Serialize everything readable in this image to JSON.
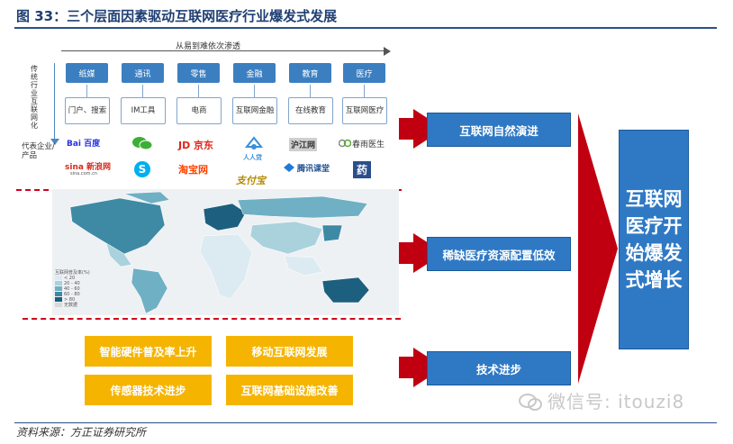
{
  "title": "图 33：三个层面因素驱动互联网医疗行业爆发式发展",
  "source": "资料来源：方正证券研究所",
  "watermark": "微信号: itouzi8",
  "top_section": {
    "direction_label": "从易到难依次渗透",
    "vertical_label": "传统行业互联网化",
    "representatives_label": "代表企业/产品",
    "industries": [
      {
        "name": "纸媒",
        "sub": "门户、搜索"
      },
      {
        "name": "通讯",
        "sub": "IM工具"
      },
      {
        "name": "零售",
        "sub": "电商"
      },
      {
        "name": "金融",
        "sub": "互联网金融"
      },
      {
        "name": "教育",
        "sub": "在线教育"
      },
      {
        "name": "医疗",
        "sub": "互联网医疗"
      }
    ],
    "logos": {
      "baidu": "Bai 百度",
      "sina": "sina 新浪网",
      "sina_url": "sina.com.cn",
      "jd": "JD 京东",
      "taobao": "淘宝网",
      "renrendai": "人人贷",
      "alipay": "支付宝",
      "hujiang": "沪江网",
      "tencent_classroom": "腾讯课堂",
      "chunyu": "春雨医生",
      "yao": "药"
    }
  },
  "map_legend": {
    "title": "互联网普及率(%)",
    "items": [
      "< 20",
      "20 - 40",
      "40 - 60",
      "60 - 80",
      "> 80",
      "无数据"
    ],
    "colors": [
      "#dcebf1",
      "#a9d2dd",
      "#6fb0c4",
      "#3e8aa5",
      "#1d5f7e",
      "#d7d9db"
    ]
  },
  "flow": {
    "mid_boxes": [
      "互联网自然演进",
      "稀缺医疗资源配置低效",
      "技术进步"
    ],
    "final": "互联网医疗开始爆发式增长",
    "drivers": [
      "智能硬件普及率上升",
      "移动互联网发展",
      "传感器技术进步",
      "互联网基础设施改善"
    ]
  },
  "colors": {
    "title_blue": "#1f3f73",
    "box_blue": "#2f79c4",
    "arrow_red": "#c00010",
    "driver_yellow": "#f5b400"
  }
}
